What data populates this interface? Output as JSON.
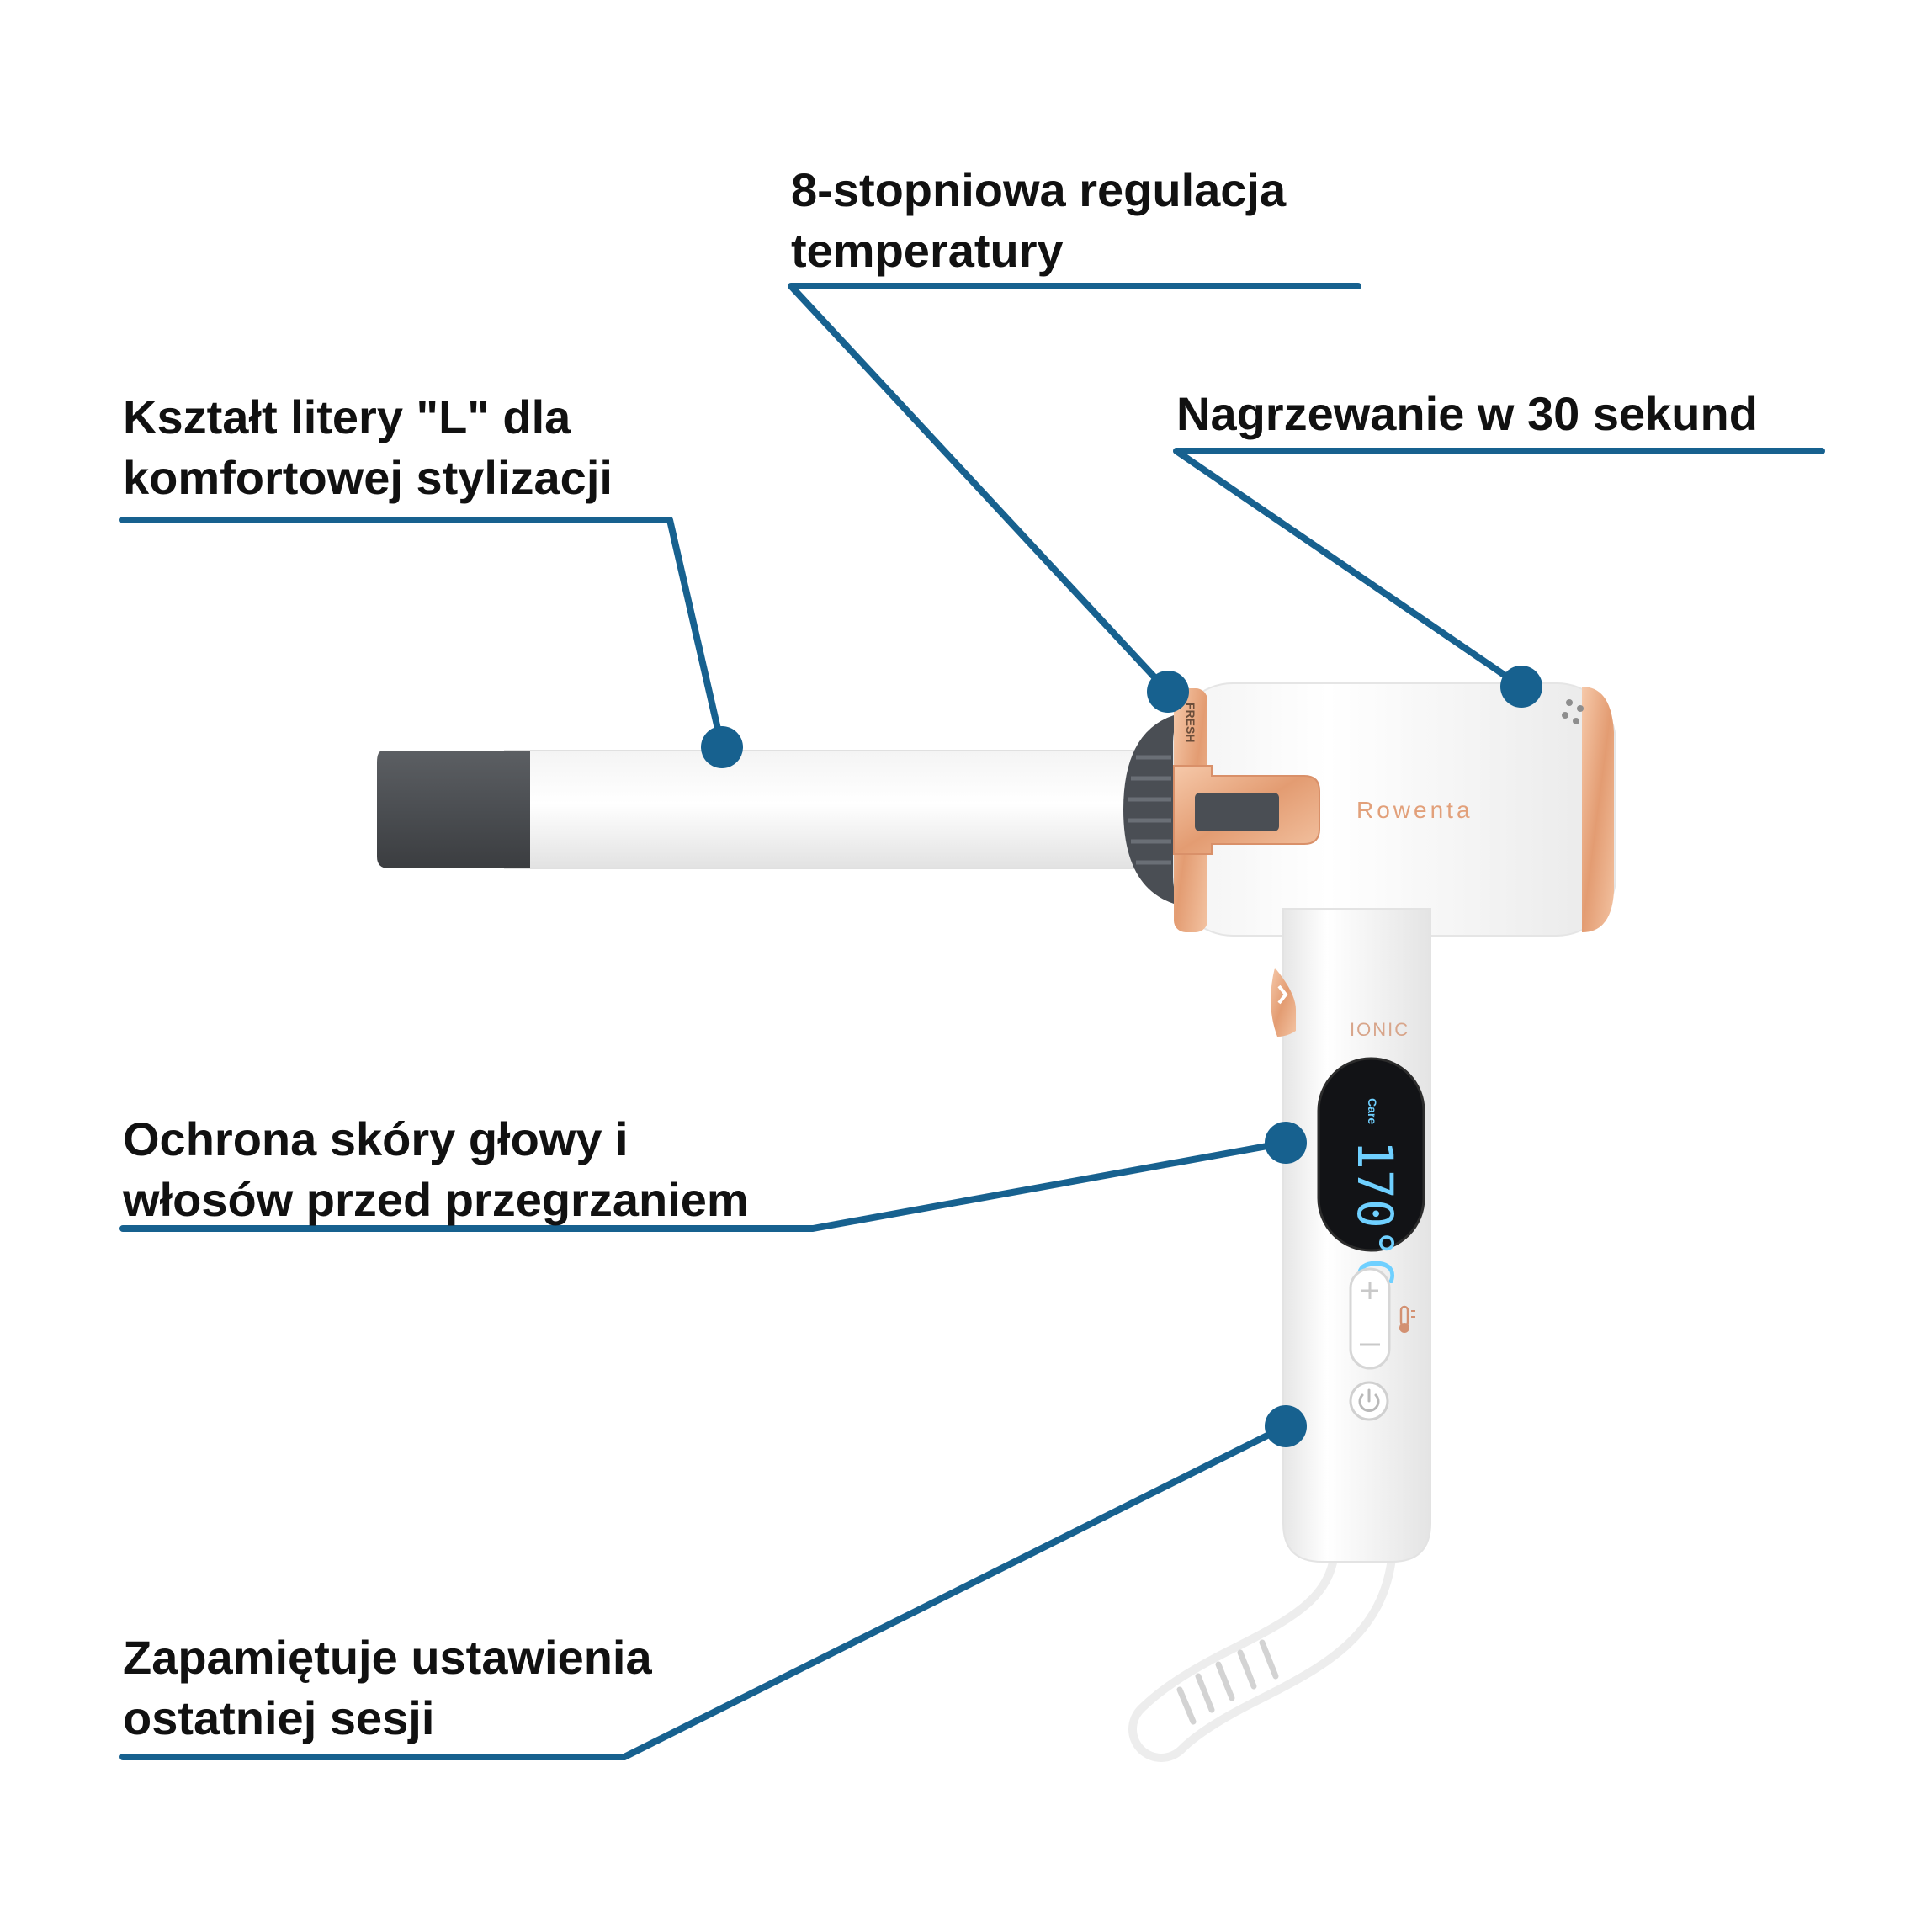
{
  "callouts": {
    "l_shape": {
      "line1": "Kształt litery \"L\" dla",
      "line2": "komfortowej stylizacji"
    },
    "temperature": {
      "line1": "8-stopniowa regulacja",
      "line2": "temperatury"
    },
    "heating": {
      "line1": "Nagrzewanie w 30 sekund"
    },
    "protection": {
      "line1": "Ochrona skóry głowy i",
      "line2": "włosów przed przegrzaniem"
    },
    "memory": {
      "line1": "Zapamiętuje ustawienia",
      "line2": "ostatniej sesji"
    }
  },
  "product": {
    "brand": "Rowenta",
    "ionic": "IONIC",
    "display_mode": "Care",
    "display_temp": "170°C",
    "collar_text": "FRESH"
  },
  "colors": {
    "callout_line": "#17618f",
    "rose_gold": "#e6a47e",
    "barrel_tip": "#4f5256",
    "display_bg": "#121316",
    "display_text": "#6fd0ff"
  }
}
